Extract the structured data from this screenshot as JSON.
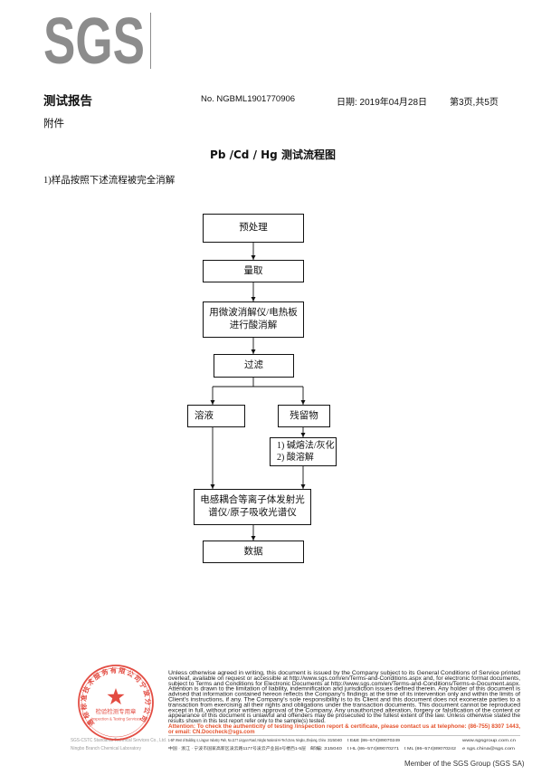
{
  "logo": {
    "text": "SGS",
    "color": "#8c8c8c"
  },
  "header": {
    "report_title": "测试报告",
    "report_no": "No. NGBML1901770906",
    "date": "日期: 2019年04月28日",
    "page": "第3页,共5页"
  },
  "attachment_label": "附件",
  "section_title": "Pb /Cd / Hg 测试流程图",
  "procedure_intro": "1)样品按照下述流程被完全消解",
  "flowchart": {
    "steps": {
      "pretreatment": "预处理",
      "measuring": "量取",
      "digestion": [
        "用微波消解仪/电热板",
        "进行酸消解"
      ],
      "filtration": "过滤",
      "solution": "溶液",
      "residue": "残留物",
      "residue_treatment": [
        "1) 碱熔法/灰化",
        "2) 酸溶解"
      ],
      "instrument_analysis": [
        "电感耦合等离子体发射光",
        "谱仪/原子吸收光谱仪"
      ],
      "data": "数据"
    }
  },
  "seal": {
    "color": "#e0392e",
    "arc_text": "通标标准技术服务有限公司宁波分公司",
    "center_text_cn": "检验检测专用章",
    "center_text_en": "Inspection & Testing Services"
  },
  "footer": {
    "company_lines": [
      "SGS-CSTC Standards Technical Services Co., Ltd.",
      "Ningbo Branch Chemical Laboratory"
    ],
    "disclaimer_lines": [
      "Unless otherwise agreed in writing, this document is issued by the Company subject to its General Conditions of Service printed",
      "overleaf, available on request or accessible at http://www.sgs.com/en/Terms-and-Conditions.aspx and, for electronic format documents,",
      "subject to Terms and Conditions for Electronic Documents at http://www.sgs.com/en/Terms-and-Conditions/Terms-e-Document.aspx.",
      "Attention is drawn to the limitation of liability, indemnification and jurisdiction issues defined therein. Any holder of this document is",
      "advised that information contained hereon reflects the Company's findings at the time of its intervention only and within the limits of",
      "Client's instructions, if any. The Company's sole responsibility is to its Client and this document does not exonerate parties to a",
      "transaction from exercising all their rights and obligations under the transaction documents. This document cannot be reproduced",
      "except in full, without prior written approval of the Company. Any unauthorized alteration, forgery or falsification of the content or",
      "appearance of this document is unlawful and offenders may be prosecuted to the fullest extent of the law. Unless otherwise stated the",
      "results shown in this test report refer only to the sample(s) tested."
    ],
    "attention_color": "#e5532d",
    "attention_lines": [
      "Attention: To check the authenticity of testing /inspection report & certificate, please contact us at telephone: (86-755) 8307 1443,",
      "or email: CN.Doccheck@sgs.com"
    ],
    "address_en": "1-5/F West of Building 4, Lingyun Industry Park, No.1177 Lingyun Road, Ningbo National Hi-Tech Zone, Ningbo, Zhejiang, China",
    "postcode_en": "315040",
    "tel_ee": "t E&E (86–574)89070249",
    "website": "www.sgsgroup.com.cn",
    "address_cn": "中国 · 浙江 · 宁波市国家高新区凌云路1177号凌云产业园4号楼西1-5层",
    "postcode_cn": "邮编: 315040",
    "tel_hl": "t HL (86–574)89070271",
    "tel_ml": "t ML (86–574)89070242",
    "email": "e sgs.china@sgs.com",
    "member_line": "Member of the SGS Group (SGS SA)"
  }
}
